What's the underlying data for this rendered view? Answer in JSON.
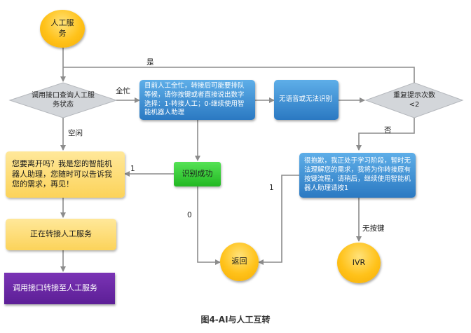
{
  "nodes": {
    "start": "人工服务",
    "query_status": "调用接口查询人工服务状态",
    "busy_prompt": "目前人工全忙，转接后可能要排队等候，请你按键或者直接说出数字选择：1-转接人工；0-继续使用智能机器人助理",
    "no_voice": "无语音或无法识别",
    "repeat_check": "重复提示次数<2",
    "leave_prompt": "您要离开吗？我是您的智能机器人助理，您随时可以告诉我您的需求，再见！",
    "recognized": "识别成功",
    "cannot_understand": "很抱歉，我正处于学习阶段，暂时无法理解您的需求，我将为你转接原有按键流程，请稍后，继续使用智能机器人助理请按1",
    "transferring": "正在转接人工服务",
    "call_transfer": "调用接口转接至人工服务",
    "return": "返回",
    "ivr": "IVR"
  },
  "edge_labels": {
    "yes": "是",
    "all_busy": "全忙",
    "idle": "空闲",
    "no": "否",
    "press_1": "1",
    "press_0": "0",
    "press_1_right": "1",
    "no_key": "无按键"
  },
  "caption": "图4-AI与人工互转",
  "colors": {
    "edge": "#8c8c8c",
    "circle": "#ffc21a",
    "blue_box": "#2b79c2",
    "yellow_box": "#fcd35a",
    "green_box": "#22b822",
    "purple_box": "#5c1f96",
    "diamond": "#d0d3d8"
  }
}
